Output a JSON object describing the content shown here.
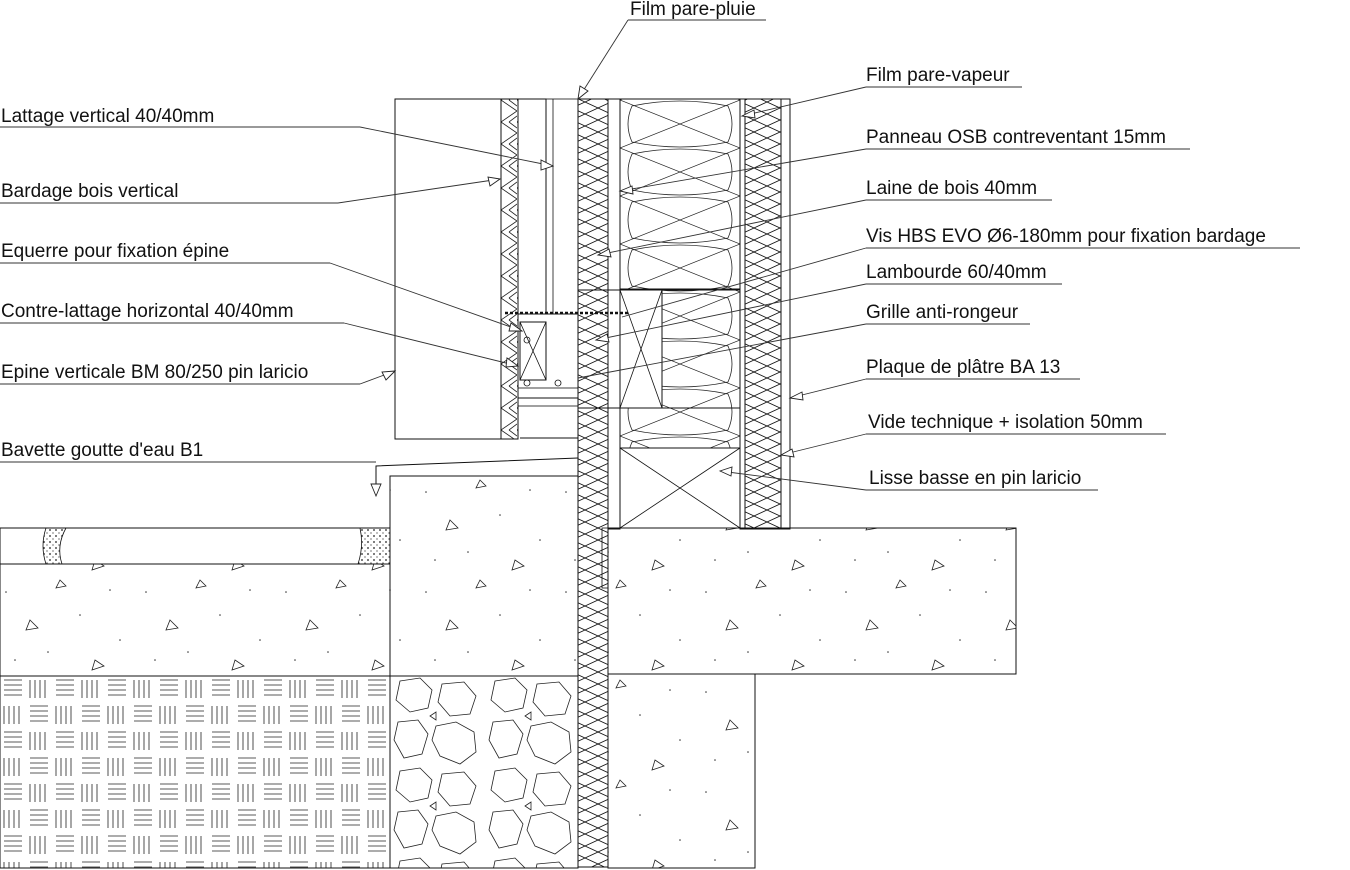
{
  "labels_left": [
    "Lattage vertical 40/40mm",
    "Bardage bois vertical",
    "Equerre pour fixation épine",
    "Contre-lattage horizontal 40/40mm",
    "Epine verticale BM 80/250 pin laricio",
    "Bavette goutte d'eau B1"
  ],
  "labels_right": [
    "Film pare-vapeur",
    "Panneau OSB contreventant 15mm",
    "Laine de bois 40mm",
    "Vis HBS EVO Ø6-180mm pour fixation bardage",
    "Lambourde 60/40mm",
    "Grille anti-rongeur",
    "Plaque de plâtre BA 13",
    "Vide technique + isolation 50mm",
    "Lisse basse en pin laricio"
  ],
  "label_top": "Film pare-pluie"
}
